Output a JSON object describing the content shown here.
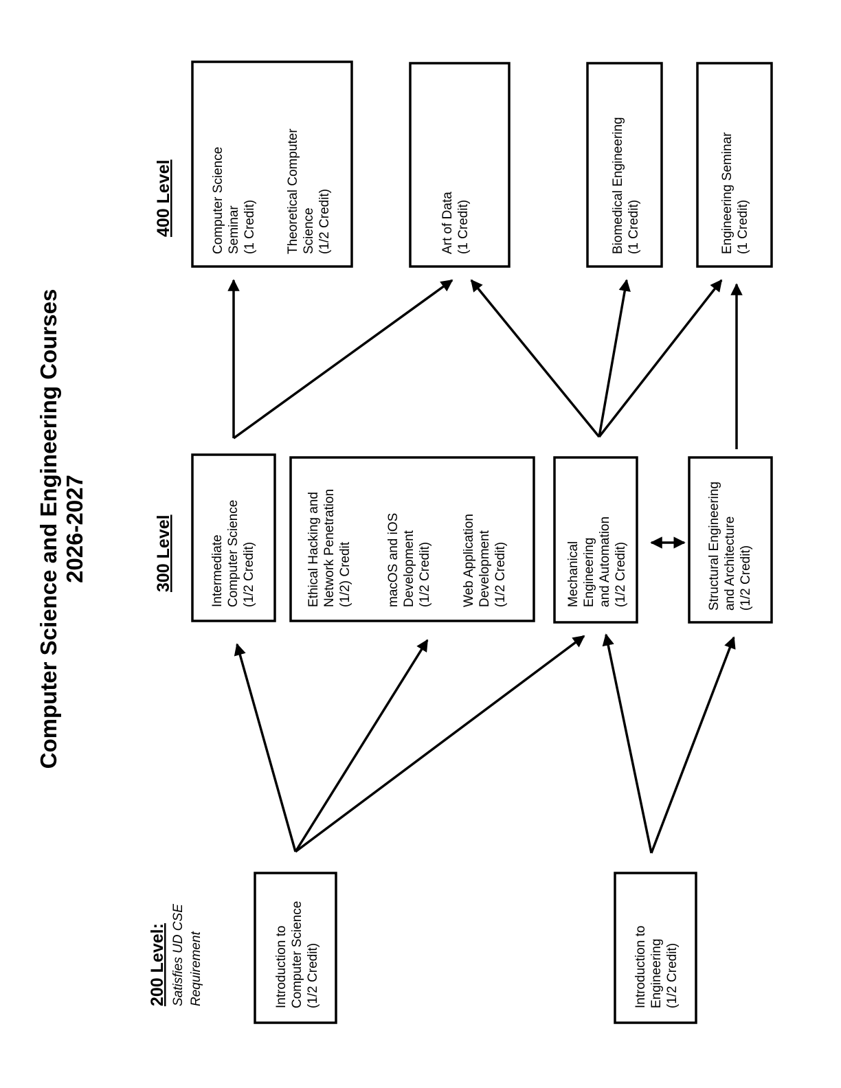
{
  "title": {
    "line1": "Computer Science and Engineering Courses",
    "line2": "2026-2027"
  },
  "levels": {
    "l200": {
      "label": "200 Level:",
      "note1": "Satisfies UD CSE",
      "note2": "Requirement"
    },
    "l300": {
      "label": "300 Level"
    },
    "l400": {
      "label": "400 Level"
    }
  },
  "courses": {
    "intro_cs": [
      "Introduction to",
      "Computer Science",
      "(1/2 Credit)"
    ],
    "intro_eng": [
      "Introduction to",
      "Engineering",
      "(1/2 Credit)"
    ],
    "intermediate_cs": [
      "Intermediate",
      "Computer Science",
      "(1/2 Credit)"
    ],
    "ethical_hacking": [
      "Ethical Hacking and",
      "Network Penetration",
      "(1/2) Credit"
    ],
    "macos_ios": [
      "macOS and iOS",
      "Development",
      "(1/2 Credit)"
    ],
    "web_app": [
      "Web Application",
      "Development",
      "(1/2 Credit)"
    ],
    "mech_eng": [
      "Mechanical",
      "Engineering",
      "and Automation",
      "(1/2 Credit)"
    ],
    "struct_eng": [
      "Structural Engineering",
      "and Architecture",
      "(1/2 Credit)"
    ],
    "cs_seminar": [
      "Computer Science",
      "Seminar",
      "(1 Credit)"
    ],
    "theoretical_cs": [
      "Theoretical Computer",
      "Science",
      "(1/2 Credit)"
    ],
    "art_of_data": [
      "Art of Data",
      "(1 Credit)"
    ],
    "biomed_eng": [
      "Biomedical Engineering",
      "(1 Credit)"
    ],
    "eng_seminar": [
      "Engineering Seminar",
      "(1 Credit)"
    ]
  }
}
